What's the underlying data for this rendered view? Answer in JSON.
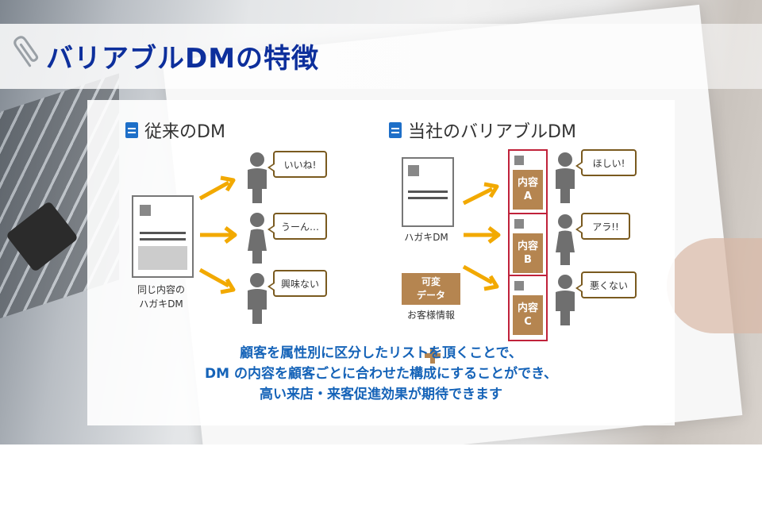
{
  "title": "バリアブルDMの特徴",
  "left_section": {
    "heading": "従来のDM",
    "card_caption_line1": "同じ内容の",
    "card_caption_line2": "ハガキDM",
    "reactions": [
      "いいね!",
      "うーん…",
      "興味ない"
    ]
  },
  "right_section": {
    "heading": "当社のバリアブルDM",
    "card_caption": "ハガキDM",
    "data_label_line1": "可変",
    "data_label_line2": "データ",
    "data_caption": "お客様情報",
    "variants": [
      {
        "line1": "内容",
        "line2": "A",
        "reaction": "ほしい!"
      },
      {
        "line1": "内容",
        "line2": "B",
        "reaction": "アラ!!"
      },
      {
        "line1": "内容",
        "line2": "C",
        "reaction": "悪くない"
      }
    ]
  },
  "description": [
    "顧客を属性別に区分したリストを頂くことで、",
    "DM の内容を顧客ごとに合わせた構成にすることができ、",
    "高い来店・来客促進効果が期待できます"
  ],
  "colors": {
    "title": "#0d2f9c",
    "arrow": "#f2a900",
    "accent_brown": "#b58550",
    "content_border": "#c0223a",
    "person": "#6f6f6f",
    "description": "#1563b8"
  }
}
